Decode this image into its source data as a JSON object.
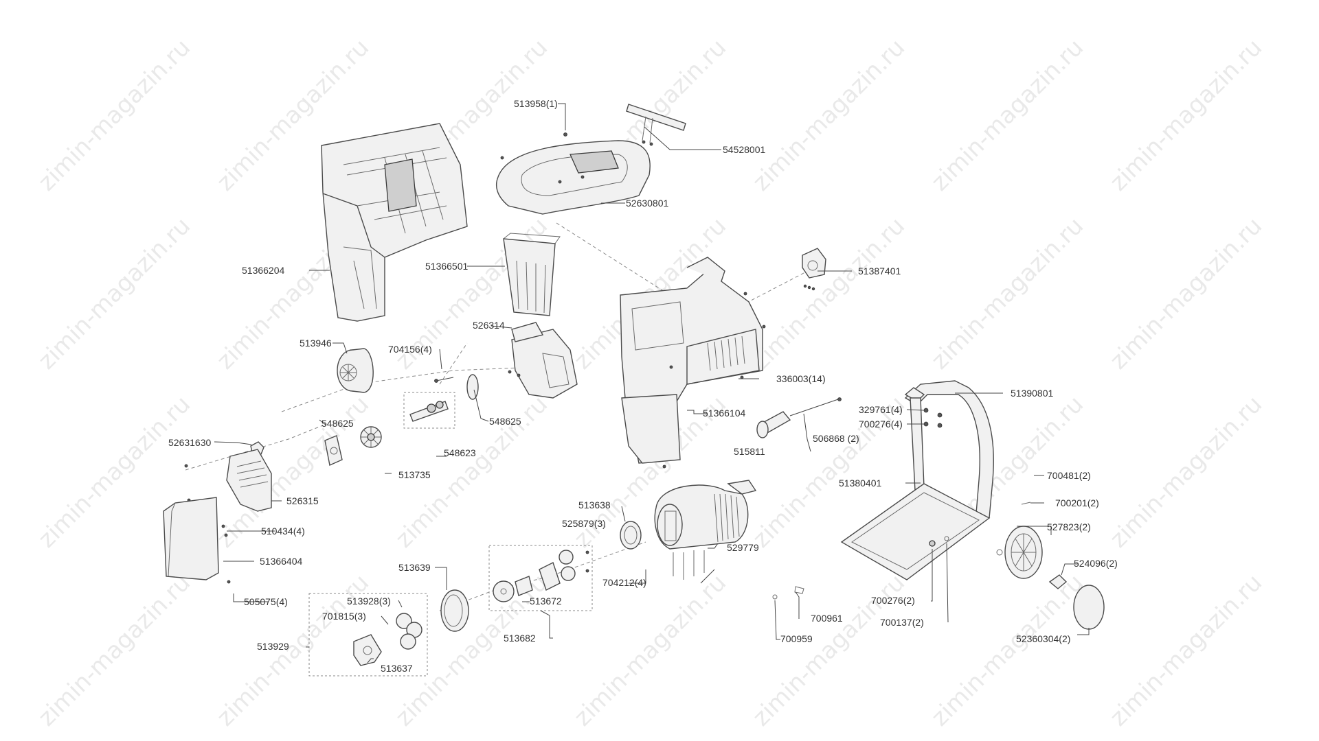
{
  "watermark": "zimin-magazin.ru",
  "colors": {
    "line": "#4a4a4a",
    "part_fill": "#f1f1f1",
    "label": "#333333",
    "watermark": "#d8d8d8"
  },
  "parts": [
    "513958(1)",
    "54528001",
    "52630801",
    "51366204",
    "51366501",
    "51387401",
    "526314",
    "513946",
    "704156(4)",
    "336003(14)",
    "51390801",
    "548625",
    "548625",
    "329761(4)",
    "700276(4)",
    "52631630",
    "51366104",
    "506868 (2)",
    "548623",
    "515811",
    "513735",
    "51380401",
    "700481(2)",
    "526315",
    "513638",
    "700201(2)",
    "510434(4)",
    "525879(3)",
    "527823(2)",
    "51366404",
    "529779",
    "524096(2)",
    "513639",
    "704212(4)",
    "513928(3)",
    "513672",
    "505075(4)",
    "701815(3)",
    "700276(2)",
    "700961",
    "700137(2)",
    "513929",
    "513682",
    "700959",
    "52360304(2)",
    "513637"
  ]
}
